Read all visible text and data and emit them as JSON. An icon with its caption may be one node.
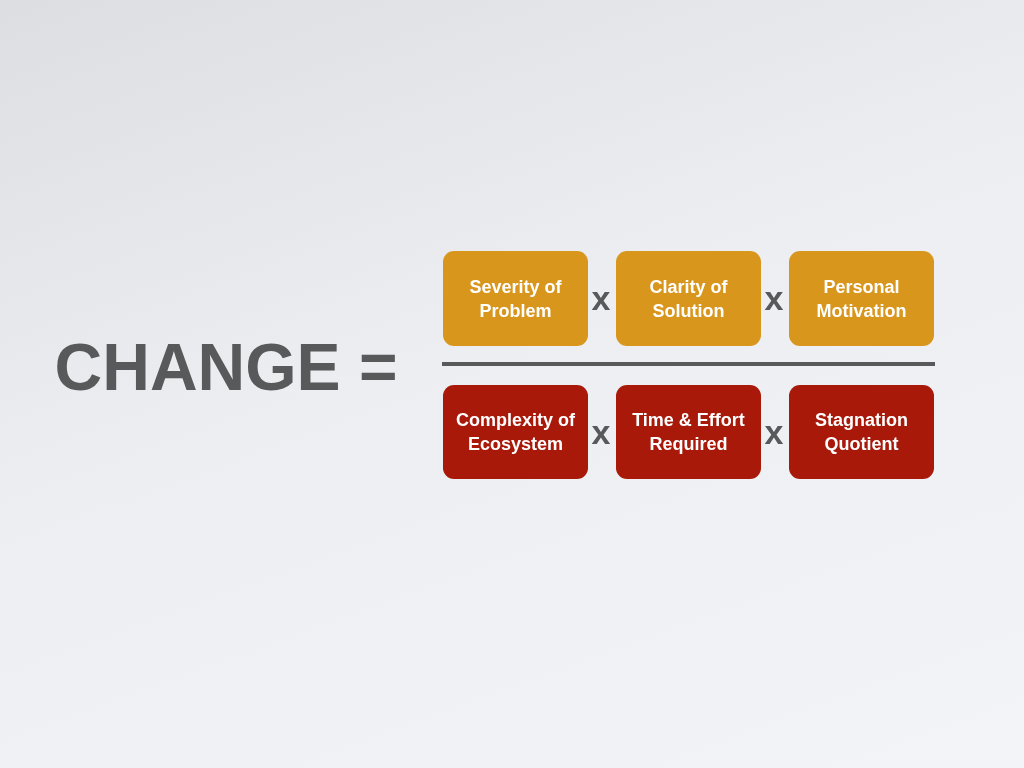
{
  "diagram": {
    "nodes": [
      {
        "text": [
          "Severity of Problem"
        ]
      },
      {
        "text": [
          "Clarity of Solution"
        ]
      },
      {
        "text": [
          "Personal Motivation"
        ]
      },
      {
        "text": [
          "Complexity of Ecosystem"
        ]
      },
      {
        "text": [
          "Time & Effort Required"
        ]
      },
      {
        "text": [
          "Stagnation Quotient"
        ]
      }
    ],
    "labels": [
      "CHANGE =",
      "x",
      "x",
      "x",
      "x"
    ]
  }
}
